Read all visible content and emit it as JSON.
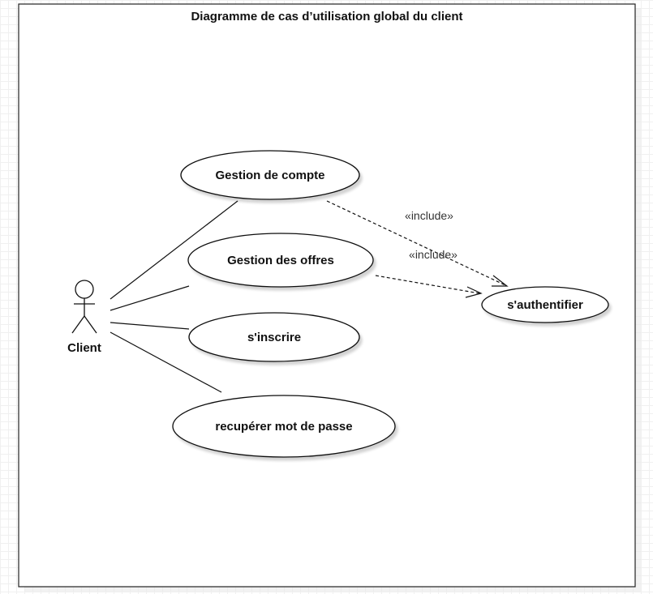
{
  "diagram": {
    "title": "Diagramme de cas d’utilisation global du client",
    "actor": {
      "name": "Client"
    },
    "use_cases": [
      {
        "id": "gestion_compte",
        "label": "Gestion de compte"
      },
      {
        "id": "gestion_offres",
        "label": "Gestion des offres"
      },
      {
        "id": "inscrire",
        "label": "s'inscrire"
      },
      {
        "id": "recuperer_mdp",
        "label": "recupérer mot de passe"
      },
      {
        "id": "authentifier",
        "label": "s'authentifier"
      }
    ],
    "relations": [
      {
        "type": "include",
        "from": "gestion_compte",
        "to": "authentifier",
        "label": "«include»"
      },
      {
        "type": "include",
        "from": "gestion_offres",
        "to": "authentifier",
        "label": "«include»"
      }
    ]
  }
}
